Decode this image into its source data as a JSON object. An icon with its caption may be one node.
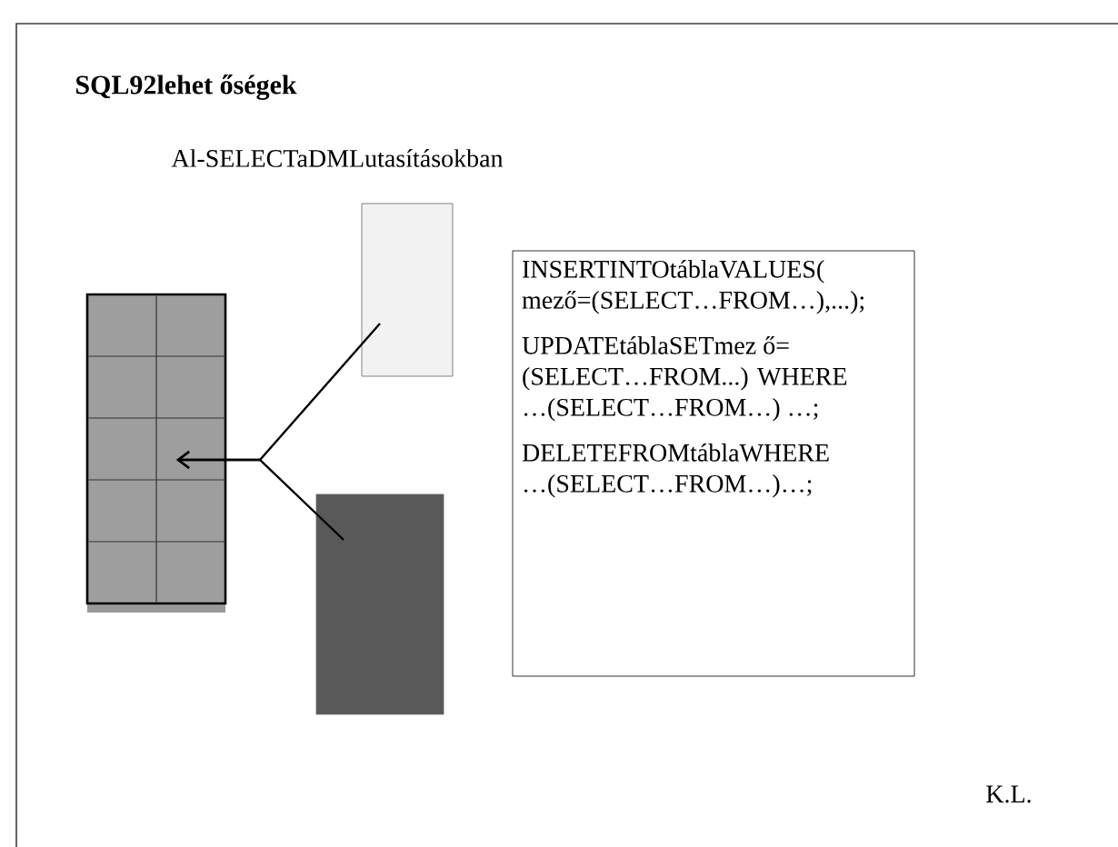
{
  "diagram": {
    "title": "SQL92lehet őségek",
    "nodes": [
      {
        "text": [],
        "shape": "box"
      },
      {
        "text": [],
        "shape": "box"
      },
      {
        "text": [],
        "shape": "box"
      },
      {
        "text": [
          "INSERTINTOtáblaVALUES( mező=(SELECT…FROM…),...);",
          "UPDATEtáblaSETmez ő= (SELECT…FROM...) WHERE …(SELECT…FROM…) …;",
          "DELETEFROMtáblaWHERE …(SELECT…FROM…)…;"
        ]
      }
    ],
    "edges": [
      {
        "from": 1,
        "to": 0,
        "arrow": "to"
      },
      {
        "from": 2,
        "to": 0,
        "arrow": "to"
      }
    ],
    "labels": [
      "Al-SELECTaDMLutasításokban",
      "K.L."
    ]
  }
}
